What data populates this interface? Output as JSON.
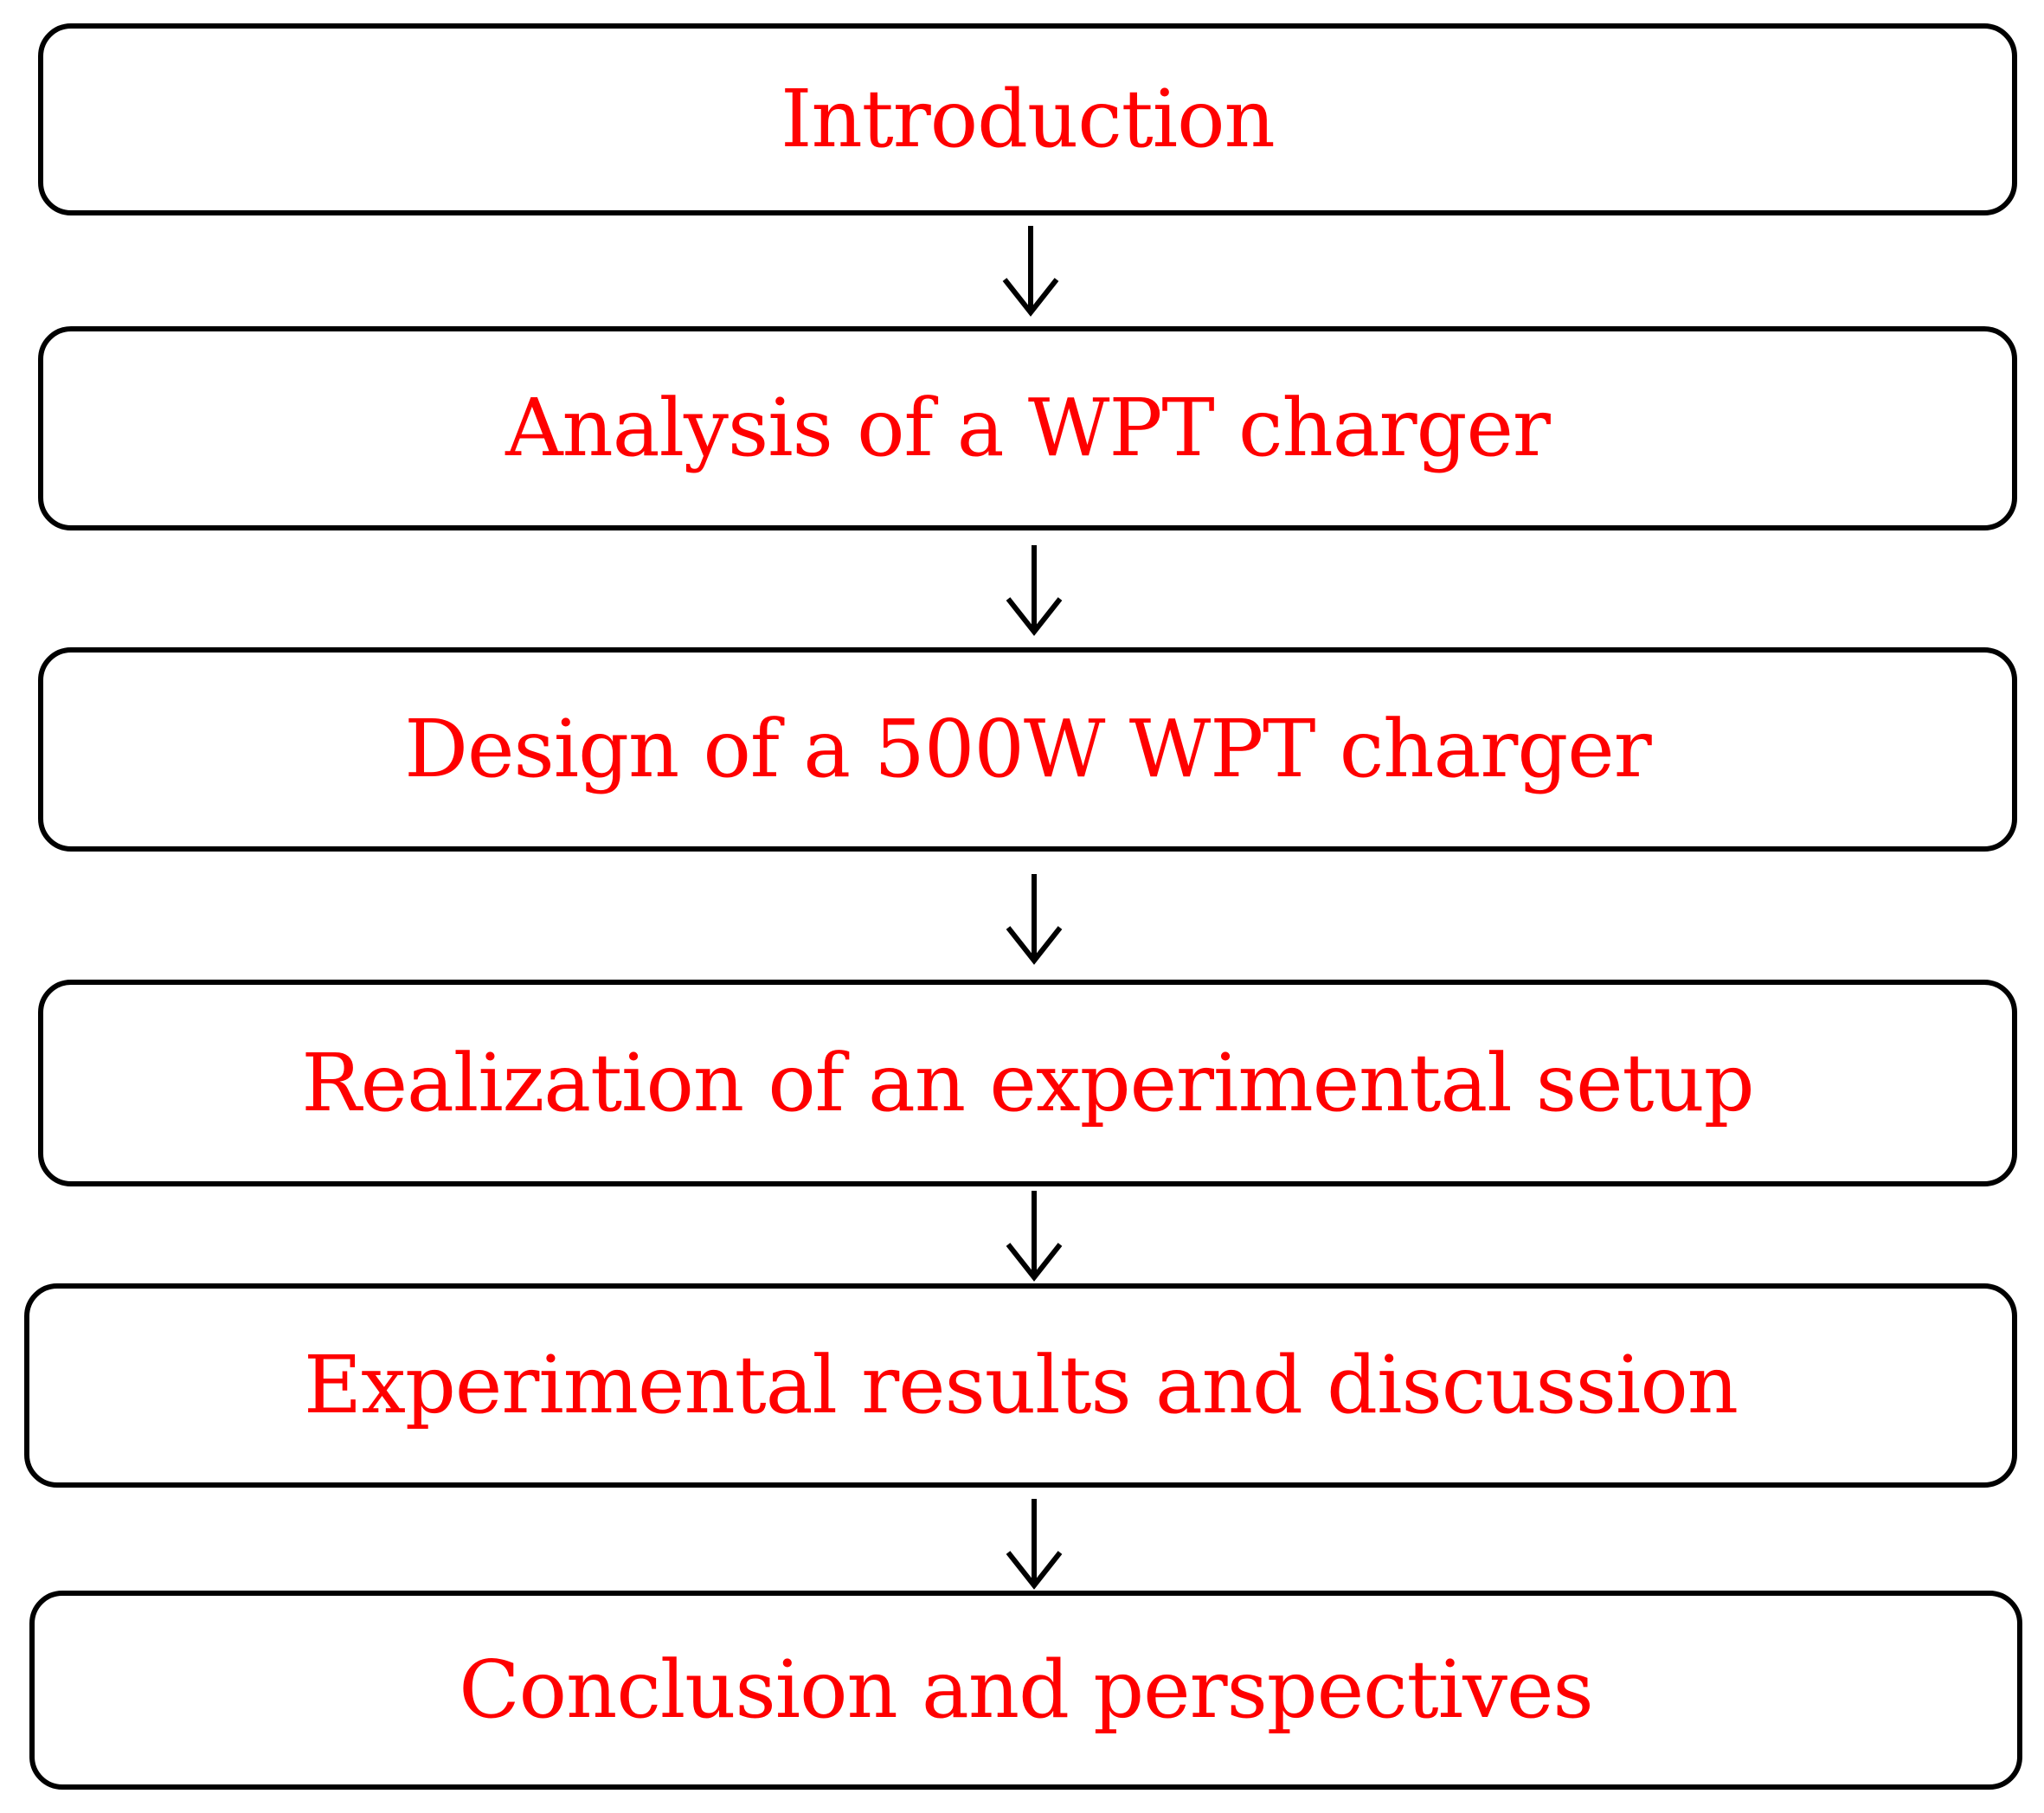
{
  "colors": {
    "label_text": "#ff0000",
    "box_border": "#000000",
    "arrow": "#000000"
  },
  "steps": [
    {
      "label": "Introduction"
    },
    {
      "label": "Analysis of a WPT charger"
    },
    {
      "label": "Design of a 500W WPT charger"
    },
    {
      "label": "Realization of an experimental setup"
    },
    {
      "label": "Experimental results and discussion"
    },
    {
      "label": "Conclusion and perspectives"
    }
  ]
}
